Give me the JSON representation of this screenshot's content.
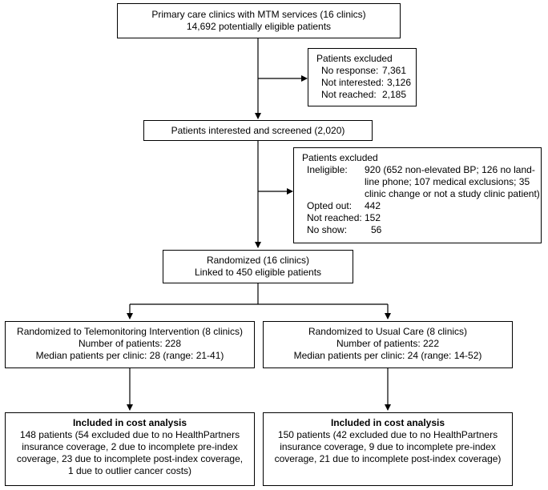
{
  "top": {
    "line1": "Primary care clinics with MTM services (16 clinics)",
    "line2": "14,692 potentially eligible patients"
  },
  "excluded1": {
    "title": "Patients excluded",
    "rows": [
      {
        "label": "No response:",
        "value": "7,361"
      },
      {
        "label": "Not interested:",
        "value": "3,126"
      },
      {
        "label": "Not reached:",
        "value": "2,185"
      }
    ]
  },
  "screened": {
    "label": "Patients interested and screened (2,020)"
  },
  "excluded2": {
    "title": "Patients excluded",
    "ineligible_label": "Ineligible:",
    "ineligible_lines": [
      "920 (652 non-elevated BP; 126 no land-",
      "line phone; 107 medical exclusions; 35",
      "clinic change or not a study clinic patient)"
    ],
    "rows": [
      {
        "label": "Opted out:",
        "value": "442"
      },
      {
        "label": "Not reached:",
        "value": "152"
      },
      {
        "label": "No show:",
        "value": "56"
      }
    ]
  },
  "randomized": {
    "line1": "Randomized (16 clinics)",
    "line2": "Linked to 450 eligible patients"
  },
  "intervention": {
    "line1": "Randomized to Telemonitoring Intervention (8 clinics)",
    "line2": "Number of patients: 228",
    "line3": "Median patients per clinic: 28 (range: 21-41)"
  },
  "usual": {
    "line1": "Randomized to Usual Care (8 clinics)",
    "line2": "Number of patients: 222",
    "line3": "Median patients per clinic: 24 (range: 14-52)"
  },
  "cost_left": {
    "title": "Included in cost analysis",
    "lines": [
      "148 patients (54 excluded due to no HealthPartners",
      "insurance coverage, 2 due to incomplete pre-index",
      "coverage, 23 due to incomplete post-index coverage,",
      "1 due to outlier cancer costs)"
    ]
  },
  "cost_right": {
    "title": "Included in cost analysis",
    "lines": [
      "150 patients (42 excluded due to no HealthPartners",
      "insurance  coverage, 9 due to incomplete pre-index",
      "coverage, 21 due to incomplete post-index coverage)"
    ]
  }
}
